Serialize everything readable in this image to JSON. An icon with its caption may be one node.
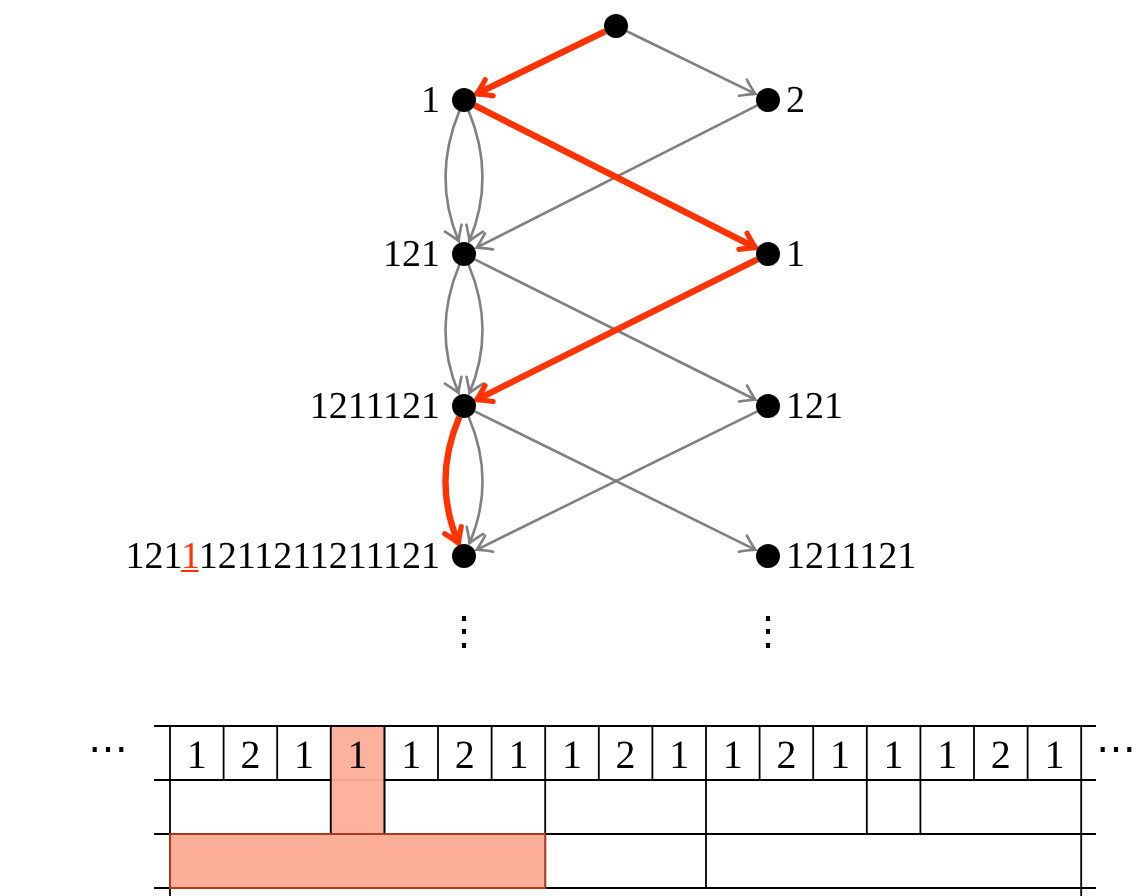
{
  "diagram": {
    "nodes": [
      {
        "text": [],
        "shape": "circle"
      },
      {
        "text": [],
        "shape": "circle",
        "beside": [
          "1"
        ]
      },
      {
        "text": [],
        "shape": "circle",
        "beside": [
          "2"
        ]
      },
      {
        "text": [],
        "shape": "circle",
        "beside": [
          "121"
        ]
      },
      {
        "text": [],
        "shape": "circle",
        "beside": [
          "1"
        ]
      },
      {
        "text": [],
        "shape": "circle",
        "beside": [
          "1211121"
        ]
      },
      {
        "text": [],
        "shape": "circle",
        "beside": [
          "121"
        ]
      },
      {
        "text": [],
        "shape": "circle",
        "beside": [
          "121",
          "1",
          "1211211211121"
        ]
      },
      {
        "text": [],
        "shape": "circle",
        "beside": [
          "1211121"
        ]
      }
    ],
    "edges": [
      {
        "from": 0,
        "to": 1,
        "arrow": "to",
        "style": "thick",
        "color": "#ff3300"
      },
      {
        "from": 0,
        "to": 2,
        "arrow": "to"
      },
      {
        "from": 1,
        "to": 3,
        "arrow": "to"
      },
      {
        "from": 1,
        "to": 3,
        "arrow": "to"
      },
      {
        "from": 2,
        "to": 3,
        "arrow": "to"
      },
      {
        "from": 1,
        "to": 4,
        "arrow": "to",
        "style": "thick",
        "color": "#ff3300"
      },
      {
        "from": 3,
        "to": 5,
        "arrow": "to"
      },
      {
        "from": 3,
        "to": 5,
        "arrow": "to"
      },
      {
        "from": 3,
        "to": 6,
        "arrow": "to"
      },
      {
        "from": 4,
        "to": 5,
        "arrow": "to",
        "style": "thick",
        "color": "#ff3300"
      },
      {
        "from": 5,
        "to": 7,
        "arrow": "to",
        "style": "thick",
        "color": "#ff3300"
      },
      {
        "from": 5,
        "to": 7,
        "arrow": "to"
      },
      {
        "from": 6,
        "to": 7,
        "arrow": "to"
      },
      {
        "from": 5,
        "to": 8,
        "arrow": "to"
      }
    ],
    "labels": [
      "⋮",
      "⋮",
      "⋯",
      "1",
      "2",
      "1",
      "1",
      "1",
      "2",
      "1",
      "1",
      "2",
      "1",
      "1",
      "2",
      "1",
      "1",
      "1",
      "2",
      "1",
      "⋯"
    ]
  }
}
